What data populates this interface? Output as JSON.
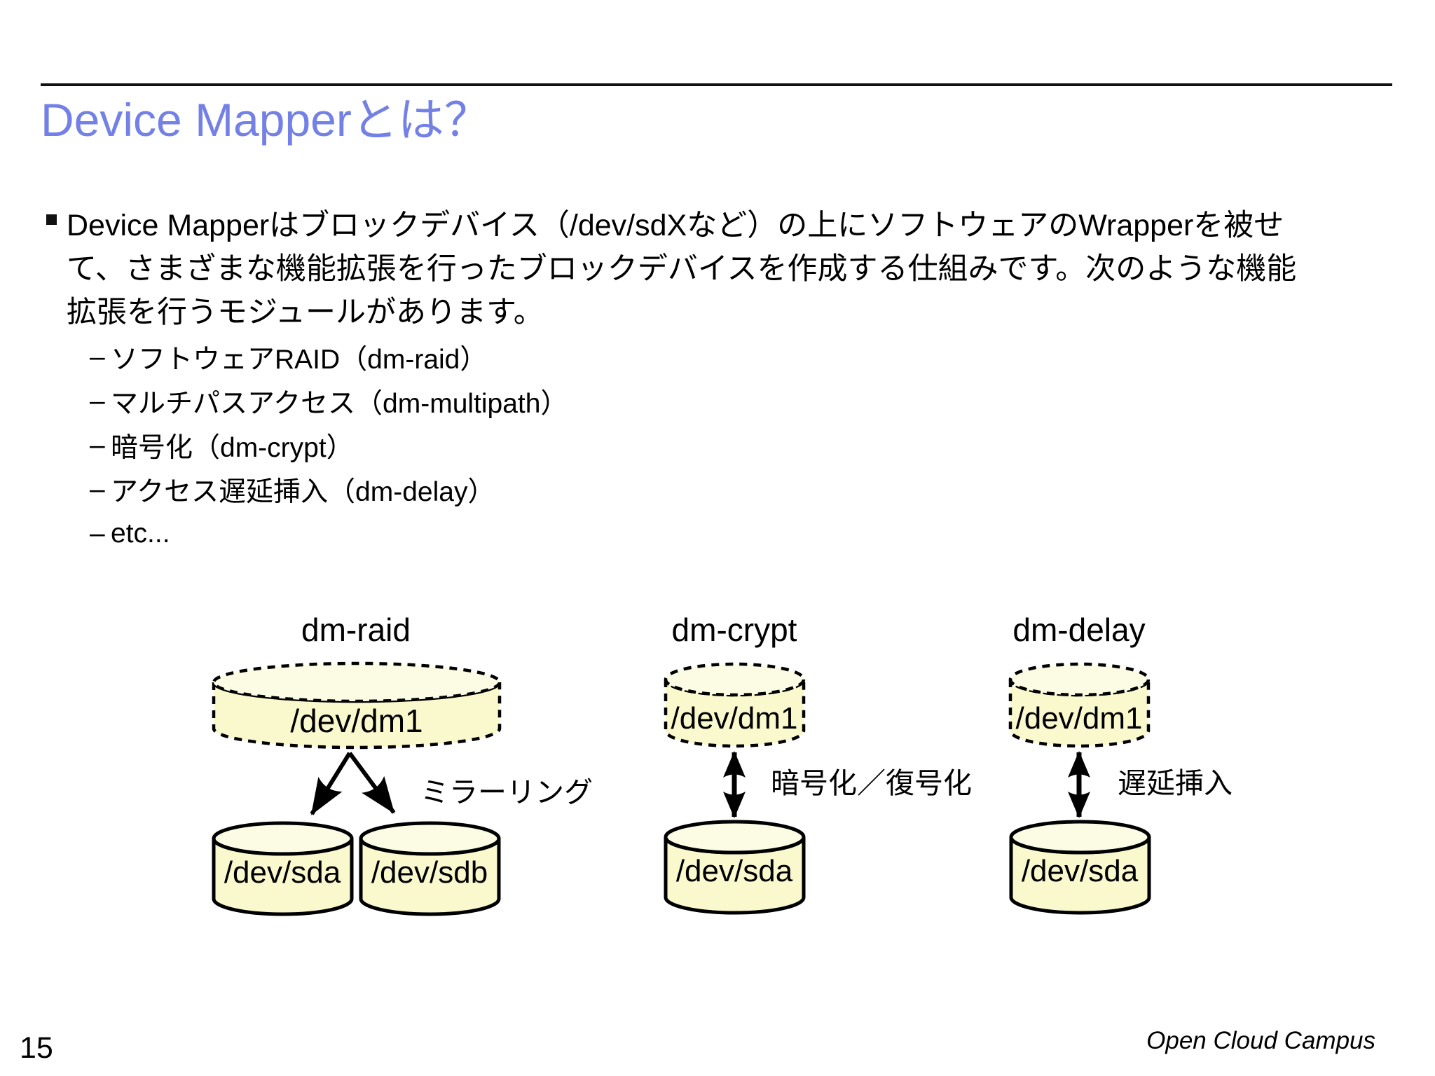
{
  "slide": {
    "title": "Device Mapperとは？",
    "page_number": "15",
    "footer": "Open Cloud Campus"
  },
  "bullet": {
    "sub_marker": "–",
    "lines": [
      "Device Mapperはブロックデバイス（/dev/sdXなど）の上にソフトウェアのWrapperを被せ",
      "て、さまざまな機能拡張を行ったブロックデバイスを作成する仕組みです。次のような機能",
      "拡張を行うモジュールがあります。"
    ],
    "sub_items": [
      "ソフトウェアRAID（dm-raid）",
      "マルチパスアクセス（dm-multipath）",
      "暗号化（dm-crypt）",
      "アクセス遅延挿入（dm-delay）",
      "etc..."
    ]
  },
  "diagram": {
    "columns": [
      {
        "name": "dm-raid",
        "top_device": "/dev/dm1",
        "arrow_label": "ミラーリング",
        "bottom_devices": [
          "/dev/sda",
          "/dev/sdb"
        ]
      },
      {
        "name": "dm-crypt",
        "top_device": "/dev/dm1",
        "arrow_label": "暗号化／復号化",
        "bottom_devices": [
          "/dev/sda"
        ]
      },
      {
        "name": "dm-delay",
        "top_device": "/dev/dm1",
        "arrow_label": "遅延挿入",
        "bottom_devices": [
          "/dev/sda"
        ]
      }
    ],
    "colors": {
      "cylinder_body": "#faf8cd",
      "cylinder_top": "#fcfce5",
      "outline": "#000000",
      "title_blue": "#7380e6"
    }
  }
}
